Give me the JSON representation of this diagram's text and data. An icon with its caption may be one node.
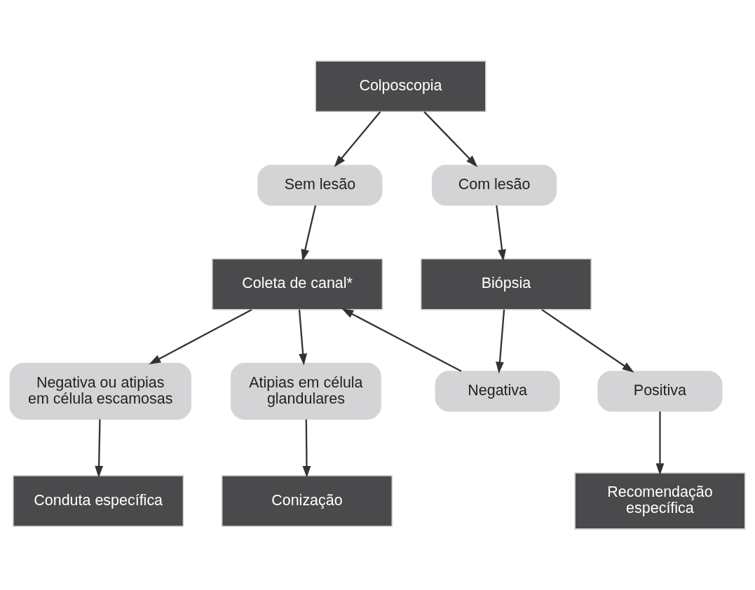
{
  "diagram": {
    "nodes": [
      {
        "text": [
          "Colposcopia"
        ]
      },
      {
        "text": [
          "Sem lesão"
        ]
      },
      {
        "text": [
          "Com lesão"
        ]
      },
      {
        "text": [
          "Coleta de canal*"
        ]
      },
      {
        "text": [
          "Biópsia"
        ]
      },
      {
        "text": [
          "Negativa ou atipias em célula escamosas"
        ]
      },
      {
        "text": [
          "Atipias em célula glandulares"
        ]
      },
      {
        "text": [
          "Negativa"
        ]
      },
      {
        "text": [
          "Positiva"
        ]
      },
      {
        "text": [
          "Conduta específica"
        ]
      },
      {
        "text": [
          "Conização"
        ]
      },
      {
        "text": [
          "Recomendação específica"
        ]
      }
    ],
    "edges": [
      {
        "from": 0,
        "to": 1,
        "arrow": "to"
      },
      {
        "from": 0,
        "to": 2,
        "arrow": "to"
      },
      {
        "from": 1,
        "to": 3,
        "arrow": "to"
      },
      {
        "from": 2,
        "to": 4,
        "arrow": "to"
      },
      {
        "from": 3,
        "to": 5,
        "arrow": "to"
      },
      {
        "from": 3,
        "to": 6,
        "arrow": "to"
      },
      {
        "from": 7,
        "to": 3,
        "arrow": "to"
      },
      {
        "from": 4,
        "to": 7,
        "arrow": "to"
      },
      {
        "from": 4,
        "to": 8,
        "arrow": "to"
      },
      {
        "from": 5,
        "to": 9,
        "arrow": "to"
      },
      {
        "from": 6,
        "to": 10,
        "arrow": "to"
      },
      {
        "from": 8,
        "to": 11,
        "arrow": "to"
      }
    ]
  }
}
